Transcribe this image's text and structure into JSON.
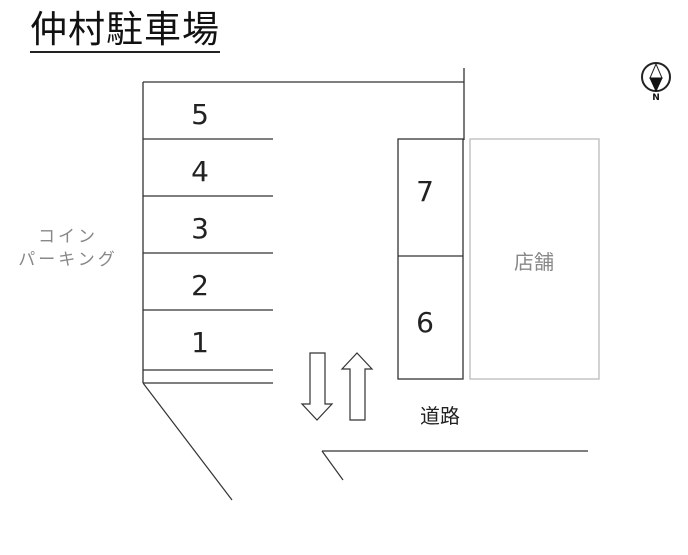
{
  "title": "仲村駐車場",
  "stalls": [
    {
      "number": "1"
    },
    {
      "number": "2"
    },
    {
      "number": "3"
    },
    {
      "number": "4"
    },
    {
      "number": "5"
    },
    {
      "number": "6"
    },
    {
      "number": "7"
    }
  ],
  "labels": {
    "coin_parking_line1": "コイン",
    "coin_parking_line2": "パーキング",
    "store": "店舗",
    "road": "道路"
  },
  "compass": {
    "direction": "N",
    "icon": "north-compass-icon"
  },
  "arrows": {
    "down": "entry-arrow-down",
    "up": "exit-arrow-up"
  },
  "colors": {
    "line": "#333333",
    "store_border": "#bbbbbb",
    "label_gray": "#888888"
  }
}
